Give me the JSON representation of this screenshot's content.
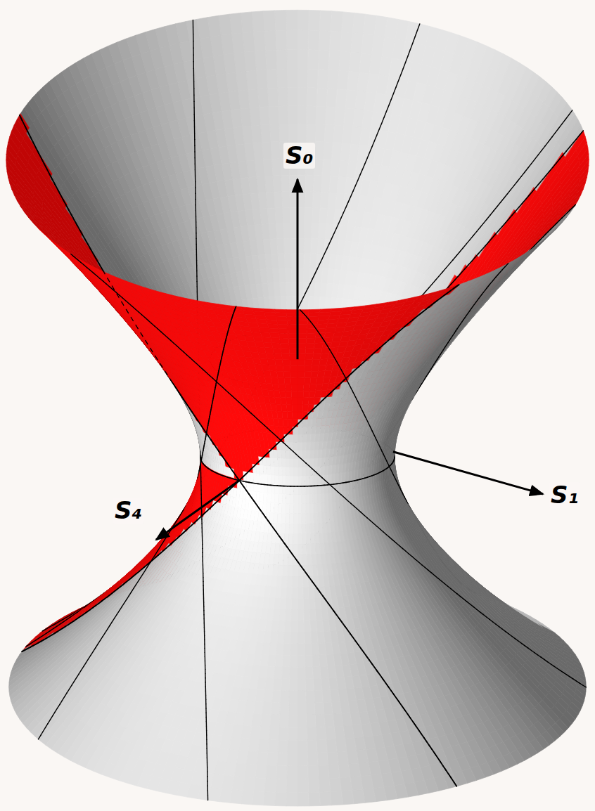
{
  "diagram": {
    "labels": [
      "S₀",
      "S₁",
      "S₄"
    ]
  }
}
